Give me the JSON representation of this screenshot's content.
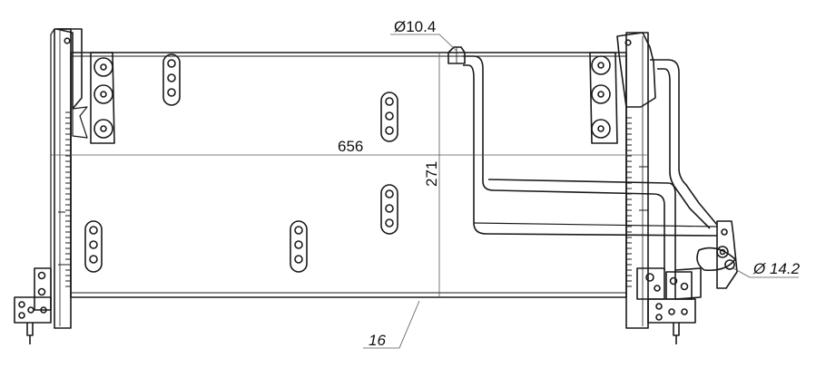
{
  "dimensions": {
    "top_pipe_diameter": "Ø10.4",
    "core_width": "656",
    "core_height": "271",
    "side_pipe_diameter": "Ø 14.2",
    "core_depth": "16"
  },
  "colors": {
    "line": "#1a1a1a",
    "thin": "#555555",
    "background": "#ffffff"
  }
}
